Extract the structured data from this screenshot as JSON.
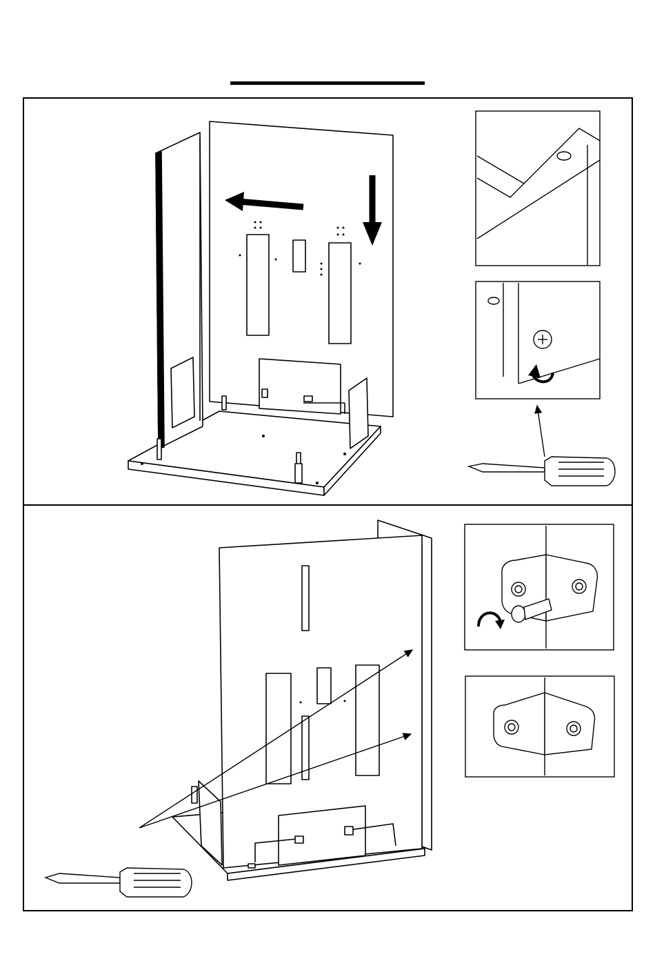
{
  "page": {
    "title": "",
    "background": "#ffffff",
    "line_color": "#000000"
  },
  "steps": [
    {
      "id": "step-1",
      "arrows": [
        "slide-left-arrow",
        "slide-down-arrow"
      ],
      "details": [
        "groove-detail",
        "screw-detail"
      ],
      "tool": "screwdriver-icon",
      "rotation": "rotate-arrow-icon"
    },
    {
      "id": "step-2",
      "details": [
        "bracket-screw-detail",
        "bracket-installed-detail"
      ],
      "tool": "screwdriver-icon",
      "rotation": "rotate-arrow-icon",
      "pointers": 2
    }
  ]
}
